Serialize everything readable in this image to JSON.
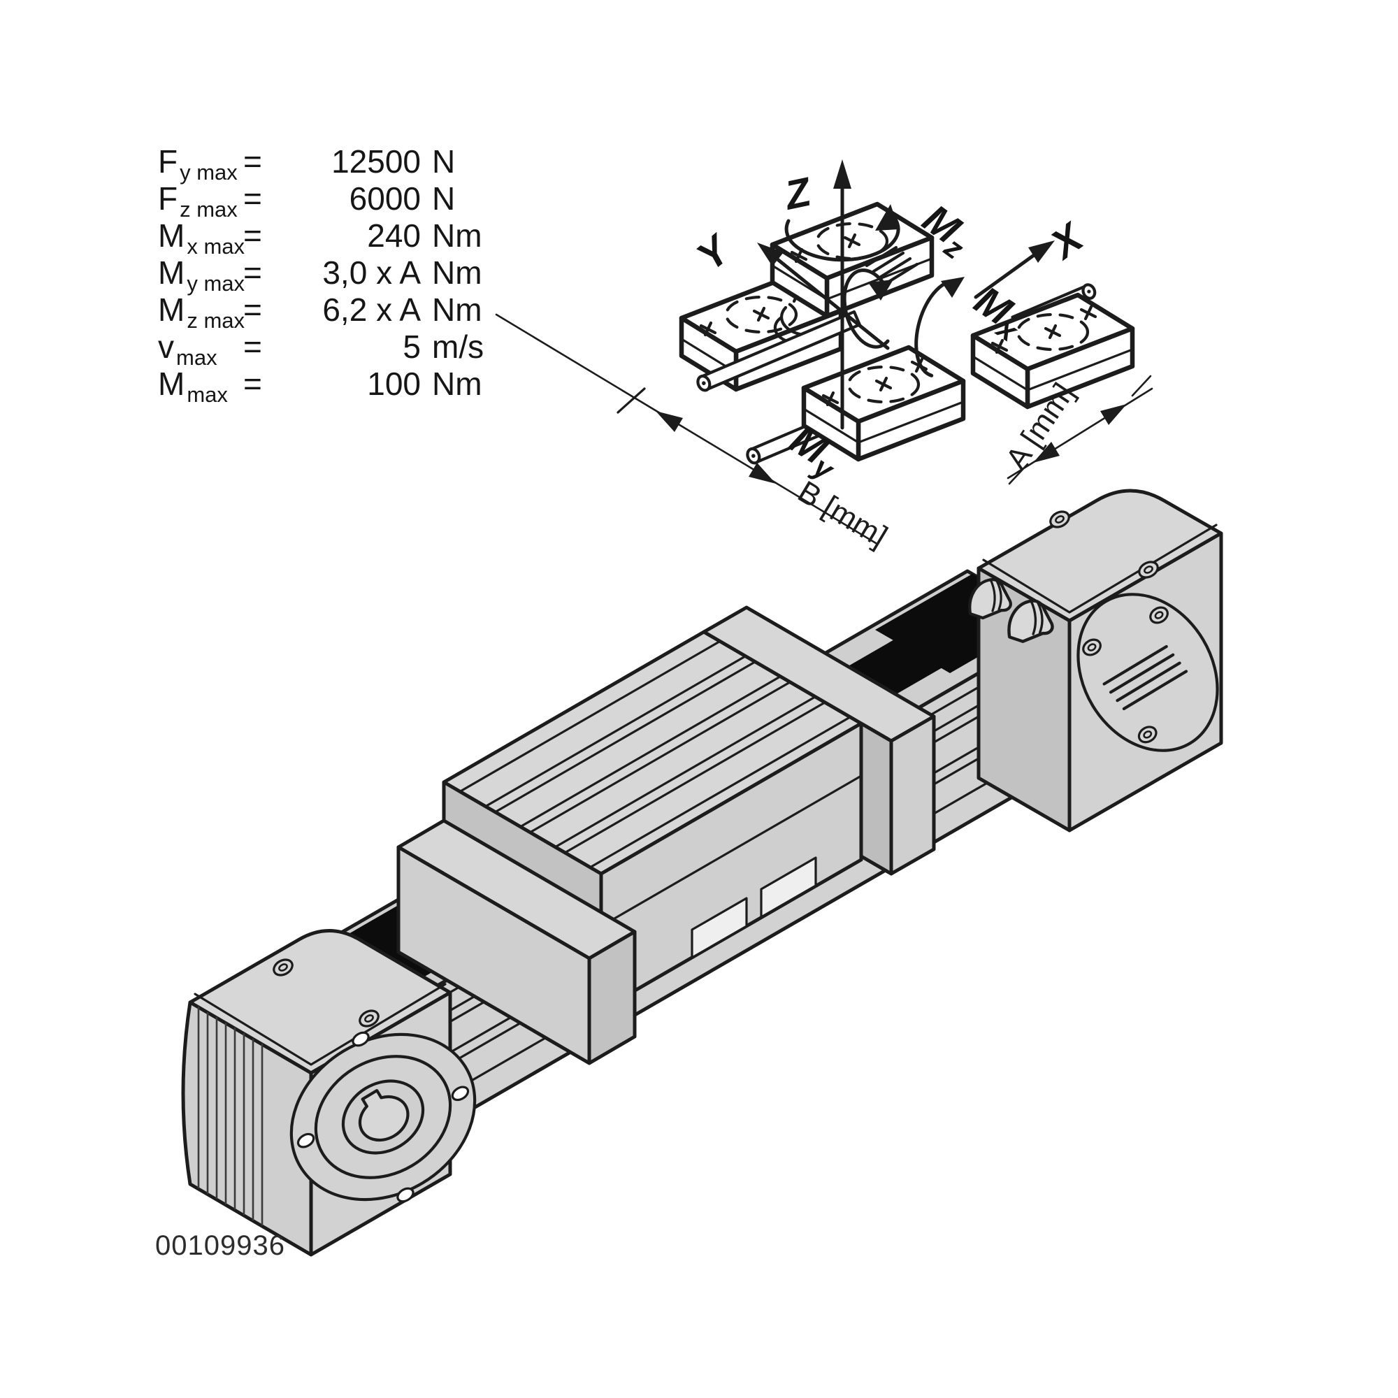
{
  "specs": {
    "rows": [
      {
        "symbol": "F",
        "subscript": "y max",
        "eq": "=",
        "value": "12500",
        "unit": "N"
      },
      {
        "symbol": "F",
        "subscript": "z max",
        "eq": "=",
        "value": "6000",
        "unit": "N"
      },
      {
        "symbol": "M",
        "subscript": "x max",
        "eq": "=",
        "value": "240",
        "unit": "Nm"
      },
      {
        "symbol": "M",
        "subscript": "y max",
        "eq": "=",
        "value": "3,0 x A",
        "unit": "Nm"
      },
      {
        "symbol": "M",
        "subscript": "z max",
        "eq": "=",
        "value": "6,2 x A",
        "unit": "Nm"
      },
      {
        "symbol": "v",
        "subscript": "max",
        "eq": "=",
        "value": "5",
        "unit": "m/s"
      },
      {
        "symbol": "M",
        "subscript": "max",
        "eq": "=",
        "value": "100",
        "unit": "Nm"
      }
    ]
  },
  "coordinate_diagram": {
    "axis_z": "Z",
    "axis_x": "X",
    "axis_y": "Y",
    "moment_z_main": "M",
    "moment_z_sub": "z",
    "moment_x_main": "M",
    "moment_x_sub": "x",
    "moment_y_main": "M",
    "moment_y_sub": "y",
    "dim_a": "A [mm]",
    "dim_b": "B [mm]"
  },
  "figure": {
    "drawing_number": "00109936"
  },
  "palette": {
    "outline": "#1c1c1c",
    "face_light": "#d7d7d7",
    "face_mid": "#cfcfcf",
    "face_dark": "#c2c2c2",
    "belt_black": "#0c0c0c",
    "background": "#ffffff"
  }
}
